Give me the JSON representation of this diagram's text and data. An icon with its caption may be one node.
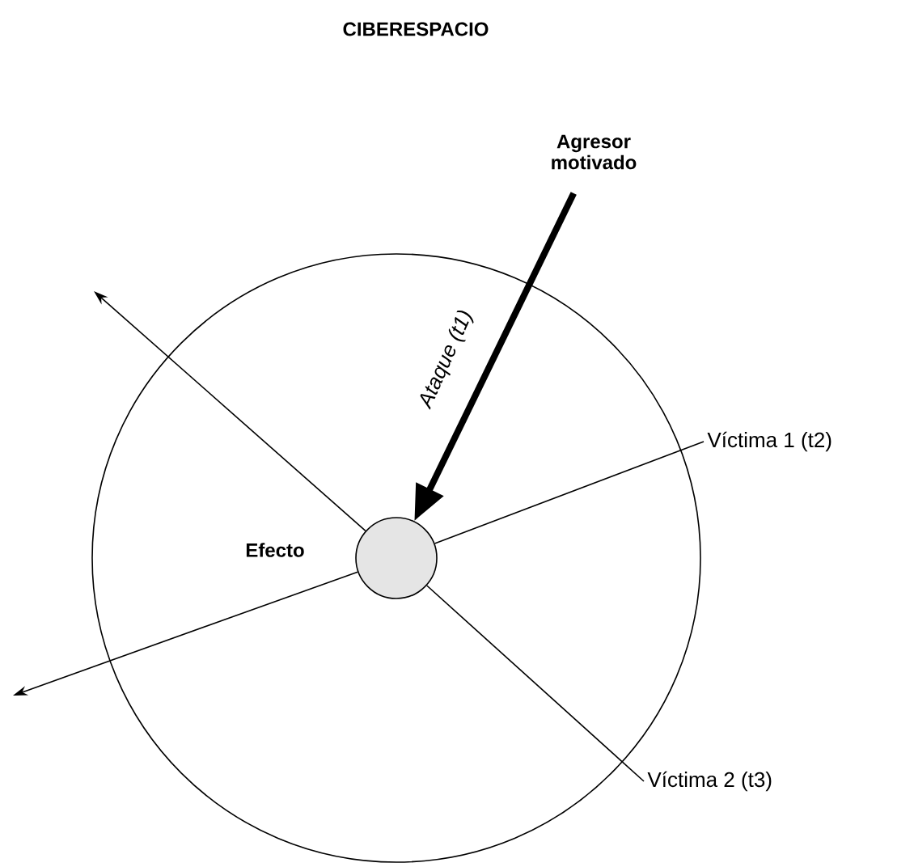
{
  "diagram": {
    "title": "CIBERESPACIO",
    "nodes": [
      {
        "text": [],
        "shape": "circle"
      },
      {
        "text": [],
        "shape": "circle",
        "in": 0,
        "beside": [
          "Efecto"
        ]
      },
      {
        "text": [
          "Agresor motivado"
        ]
      },
      {
        "text": [
          "Víctima 1 (t2)"
        ]
      },
      {
        "text": [
          "Víctima 2 (t3)"
        ]
      }
    ],
    "edges": [
      {
        "from": 2,
        "to": 1,
        "arrow": "to",
        "style": "thick",
        "label": "Ataque (t1)"
      },
      {
        "from": 1,
        "to": 3,
        "arrow": "none"
      },
      {
        "from": 1,
        "to": 4,
        "arrow": "none"
      },
      {
        "from": 1,
        "to": null,
        "arrow": "to"
      },
      {
        "from": 1,
        "to": null,
        "arrow": "to"
      }
    ]
  }
}
